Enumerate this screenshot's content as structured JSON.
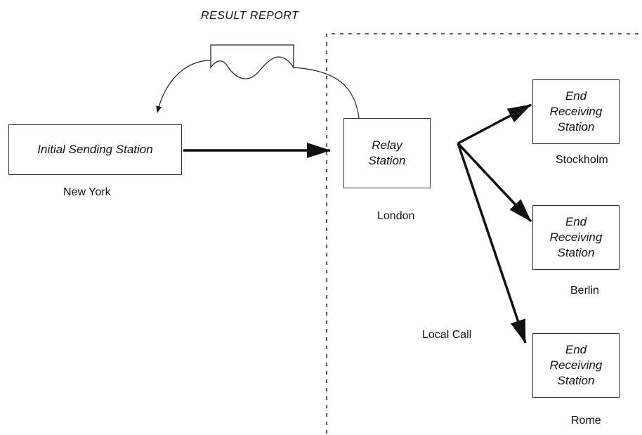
{
  "diagram": {
    "report_title": "RESULT REPORT",
    "nodes": {
      "sender": {
        "label": "Initial Sending Station",
        "city": "New York"
      },
      "relay": {
        "label": "Relay\nStation",
        "city": "London"
      },
      "end_1": {
        "label": "End\nReceiving\nStation",
        "city": "Stockholm"
      },
      "end_2": {
        "label": "End\nReceiving\nStation",
        "city": "Berlin"
      },
      "end_3": {
        "label": "End\nReceiving\nStation",
        "city": "Rome"
      }
    },
    "local_call_label": "Local Call"
  }
}
